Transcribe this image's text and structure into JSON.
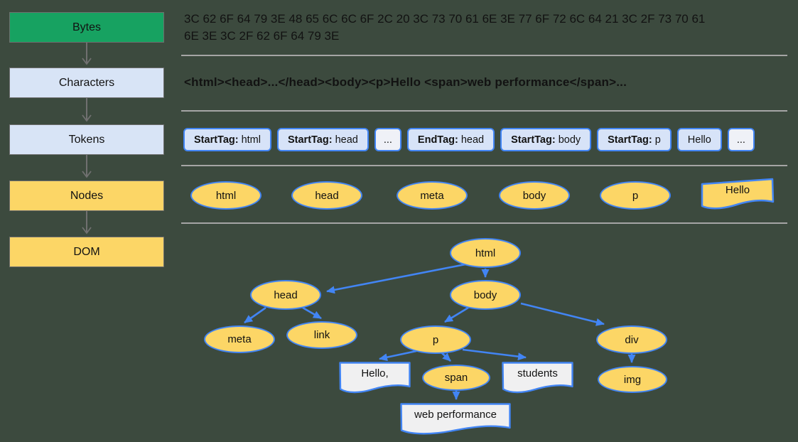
{
  "pipeline": {
    "stages": [
      {
        "label": "Bytes"
      },
      {
        "label": "Characters"
      },
      {
        "label": "Tokens"
      },
      {
        "label": "Nodes"
      },
      {
        "label": "DOM"
      }
    ]
  },
  "bytes_row": {
    "lines": [
      "3C 62 6F 64 79 3E 48 65 6C 6C 6F 2C 20 3C 73 70 61 6E 3E 77 6F 72 6C 64 21 3C 2F 73 70 61",
      "6E 3E 3C 2F 62 6F 64 79 3E"
    ]
  },
  "characters_row": {
    "text": "<html><head>...</head><body><p>Hello <span>web performance</span>..."
  },
  "tokens_row": {
    "items": [
      {
        "prefix": "StartTag:",
        "value": "html",
        "kind": "tag"
      },
      {
        "prefix": "StartTag:",
        "value": "head",
        "kind": "tag"
      },
      {
        "prefix": "",
        "value": "...",
        "kind": "ellipsis"
      },
      {
        "prefix": "EndTag:",
        "value": "head",
        "kind": "tag"
      },
      {
        "prefix": "StartTag:",
        "value": "body",
        "kind": "tag"
      },
      {
        "prefix": "StartTag:",
        "value": "p",
        "kind": "tag"
      },
      {
        "prefix": "",
        "value": "Hello",
        "kind": "text"
      },
      {
        "prefix": "",
        "value": "...",
        "kind": "ellipsis"
      }
    ]
  },
  "nodes_row": {
    "ellipses": [
      "html",
      "head",
      "meta",
      "body",
      "p"
    ],
    "text_node": "Hello"
  },
  "dom_tree": {
    "nodes": {
      "html": "html",
      "head": "head",
      "body": "body",
      "meta": "meta",
      "link": "link",
      "p": "p",
      "div": "div",
      "span": "span",
      "img": "img"
    },
    "text_nodes": {
      "hello": "Hello,",
      "students": "students",
      "web_performance": "web performance"
    }
  },
  "colors": {
    "background": "#3C4A3E",
    "stage_green": "#17A261",
    "stage_blue": "#D8E4F6",
    "stage_yellow": "#FCD666",
    "node_yellow": "#FCD666",
    "blue_stroke": "#4285F4",
    "token_fill": "#D7E3F8",
    "token_ellipsis_fill": "#EFF1F7",
    "text_node_fill": "#F0F0F1",
    "separator_gray": "#A5A5A5",
    "pipeline_arrow_gray": "#707070"
  }
}
